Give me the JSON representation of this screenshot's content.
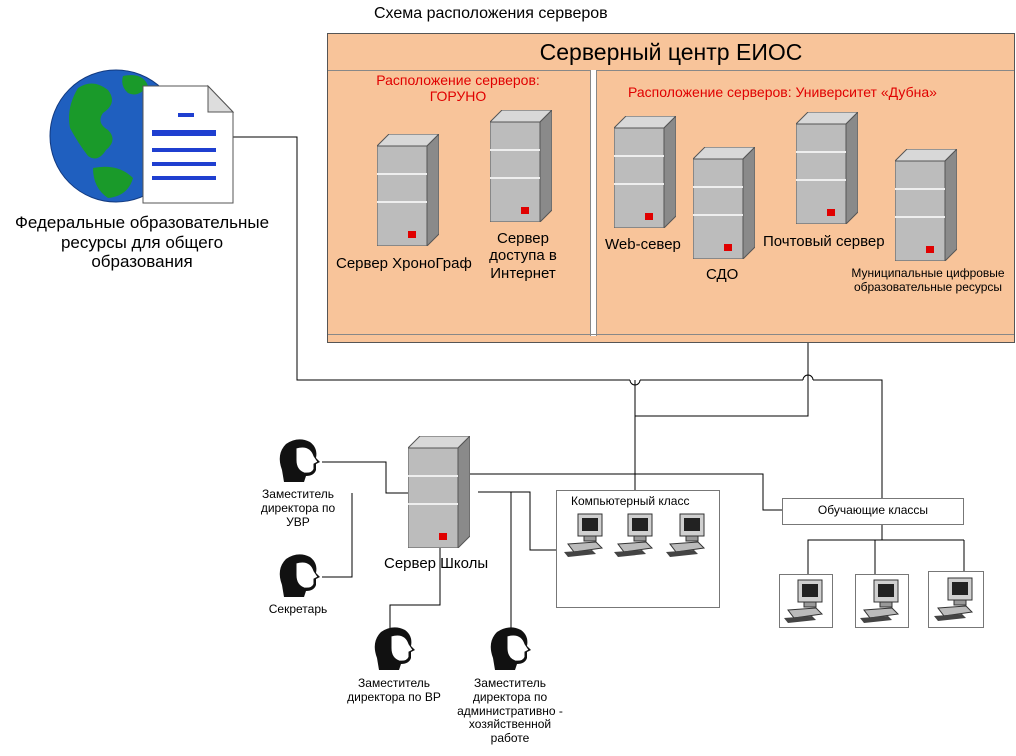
{
  "diagram": {
    "title": "Схема расположения серверов",
    "center": {
      "title": "Серверный центр ЕИОС",
      "left_location_label": "Расположение серверов:\nГОРУНО",
      "right_location_label": "Расположение серверов: Университет «Дубна»"
    },
    "servers": {
      "chronograph": "Сервер ХроноГраф",
      "internet_access": "Сервер\nдоступа в\nИнтернет",
      "web": "Web-север",
      "sdo": "СДО",
      "mail": "Почтовый сервер",
      "municipal": "Муниципальные цифровые\nобразовательные ресурсы",
      "school": "Сервер Школы"
    },
    "federal_resources": "Федеральные образовательные\nресурсы для общего\nобразования",
    "computer_class": "Компьютерный класс",
    "teaching_classes": "Обучающие классы",
    "people": {
      "deputy_uvr": "Заместитель\nдиректора по\nУВР",
      "secretary": "Секретарь",
      "deputy_vr": "Заместитель\nдиректора по ВР",
      "deputy_admin": "Заместитель\nдиректора по\nадминистративно -\nхозяйственной\nработе"
    },
    "colors": {
      "center_fill": "#f8c49a",
      "label_red": "#e00000",
      "server_gray": "#b8b8b8",
      "indicator_red": "#e00000",
      "globe_blue": "#1f5fbf",
      "land_green": "#1a9a2a",
      "doc_lines": "#1f3fd0"
    },
    "icons": [
      "globe-document-icon",
      "server-tower-icon",
      "desktop-computer-icon",
      "person-head-icon"
    ]
  }
}
